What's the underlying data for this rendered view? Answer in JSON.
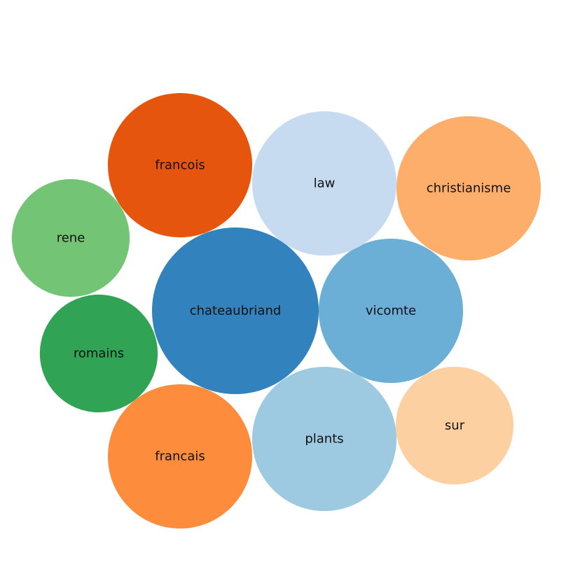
{
  "chart_data": {
    "type": "bubble",
    "title": "",
    "nodes": [
      {
        "label": "chateaubriand",
        "value": 100,
        "color": "#3182bd"
      },
      {
        "label": "vicomte",
        "value": 75,
        "color": "#6baed6"
      },
      {
        "label": "plants",
        "value": 75,
        "color": "#9ecae1"
      },
      {
        "label": "law",
        "value": 75,
        "color": "#c6dbef"
      },
      {
        "label": "francois",
        "value": 75,
        "color": "#e6550d"
      },
      {
        "label": "francais",
        "value": 75,
        "color": "#fd8d3c"
      },
      {
        "label": "christianisme",
        "value": 75,
        "color": "#fdae6b"
      },
      {
        "label": "sur",
        "value": 50,
        "color": "#fdd0a2"
      },
      {
        "label": "romains",
        "value": 50,
        "color": "#31a354"
      },
      {
        "label": "rene",
        "value": 50,
        "color": "#74c476"
      }
    ]
  }
}
